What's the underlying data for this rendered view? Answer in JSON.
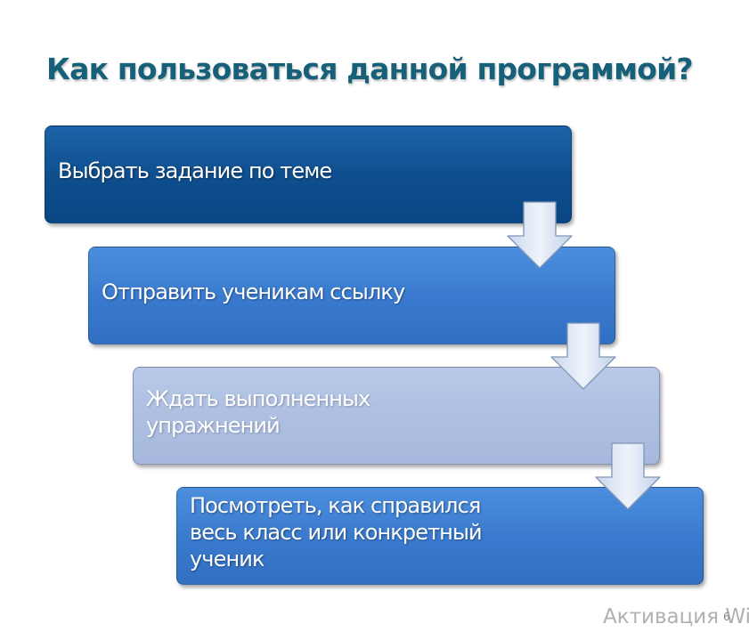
{
  "slide": {
    "title": "Как пользоваться данной программой?",
    "page_number": "6"
  },
  "steps": [
    {
      "text": "Выбрать задание по теме",
      "color": "#0f4f8f"
    },
    {
      "text": "Отправить ученикам ссылку",
      "color": "#3a7bcf"
    },
    {
      "text": "Ждать выполненных упражнений",
      "color": "#aebfe2"
    },
    {
      "text": "Посмотреть, как справился весь класс или конкретный ученик",
      "color": "#3a7bcf"
    }
  ],
  "connectors": [
    {
      "from": 1,
      "to": 2,
      "icon": "down-arrow-icon"
    },
    {
      "from": 2,
      "to": 3,
      "icon": "down-arrow-icon"
    },
    {
      "from": 3,
      "to": 4,
      "icon": "down-arrow-icon"
    }
  ],
  "watermark": {
    "text": "Активация Wir"
  }
}
